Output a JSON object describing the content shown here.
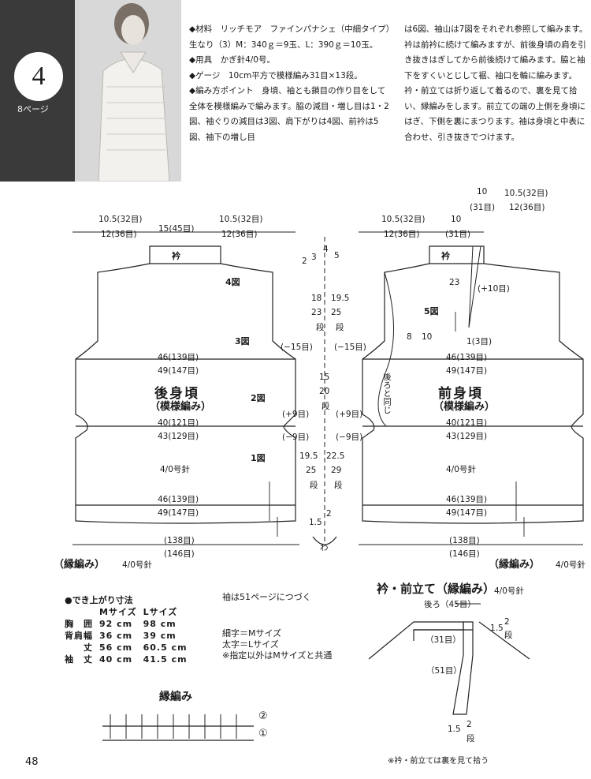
{
  "header": {
    "pattern_number": "4",
    "page_ref": "8ページ",
    "col1": [
      "◆材料　リッチモア　ファインパナシェ（中細タイプ）生なり（3）M：340ｇ＝9玉、L：390ｇ＝10玉。",
      "◆用具　かぎ針4/0号。",
      "◆ゲージ　10cm平方で模様編み31目×13段。",
      "◆編み方ポイント　身頃、袖とも鎖目の作り目をして全体を模様編みで編みます。脇の減目・増し目は1・2図、袖ぐりの減目は3図、肩下がりは4図、前衿は5図、袖下の増し目"
    ],
    "col2": "は6図、袖山は7図をそれぞれ参照して編みます。衿は前衿に続けて編みますが、前後身頃の肩を引き抜きはぎしてから前後続けて編みます。脇と袖下をすくいとじして裾、袖口を輪に編みます。衿・前立ては折り返して着るので、裏を見て拾い、縁編みをします。前立ての端の上側を身頃にはぎ、下側を裏にまつります。袖は身頃と中表に合わせ、引き抜きでつけます。"
  },
  "back": {
    "collar": "衿",
    "fig4": "4図",
    "fig3": "3図",
    "fig2": "2図",
    "fig1": "1図",
    "title": "後身頃",
    "subtitle": "（模様編み）",
    "needle": "4/0号針",
    "top_left_m": "10.5(32目)",
    "top_left_l": "12(36目)",
    "top_mid": "15(45目)",
    "top_right_m": "10.5(32目)",
    "top_right_l": "12(36目)",
    "w1_m": "46(139目)",
    "w1_l": "49(147目)",
    "w2_m": "40(121目)",
    "w2_l": "43(129目)",
    "w3_m": "46(139目)",
    "w3_l": "49(147目)",
    "hem_m": "(138目)",
    "hem_l": "(146目)",
    "edge": "（縁編み）",
    "edge_needle": "4/0号針"
  },
  "center": {
    "s_a": "2",
    "s_b": "3",
    "s_c": "4",
    "s_d": "5",
    "s_e": "18",
    "s_f": "19.5",
    "s_g": "23",
    "s_h": "25",
    "s_i": "(−15目)",
    "s_j": "(−15目)",
    "s_k": "15",
    "s_l": "20",
    "s_m": "(+9目)",
    "s_n": "(+9目)",
    "s_o": "(−9目)",
    "s_p": "(−9目)",
    "s_q": "19.5",
    "s_r": "22.5",
    "s_s": "25",
    "s_t": "29",
    "s_u": "1.5",
    "s_v": "2",
    "dan": "段",
    "wa": "わ"
  },
  "front": {
    "collar": "衿",
    "fig5": "5図",
    "title": "前身頃",
    "subtitle": "（模様編み）",
    "same_as_back": "後ろと同じ",
    "needle": "4/0号針",
    "top_a": "10",
    "top_b": "10.5(32目)",
    "top_c": "(31目)",
    "top_d": "12(36目)",
    "sh_m": "10.5(32目)",
    "sh_l": "12(36目)",
    "sh_c": "10",
    "sh_c2": "(31目)",
    "d23": "23",
    "plus10": "(+10目)",
    "d8": "8",
    "d10": "10",
    "one": "1(3目)",
    "w1_m": "46(139目)",
    "w1_l": "49(147目)",
    "w2_m": "40(121目)",
    "w2_l": "43(129目)",
    "w3_m": "46(139目)",
    "w3_l": "49(147目)",
    "hem_m": "(138目)",
    "hem_l": "(146目)",
    "edge": "（縁編み）",
    "edge_needle": "4/0号針"
  },
  "sizes": {
    "heading": "●でき上がり寸法",
    "col_m": "Mサイズ",
    "col_l": "Lサイズ",
    "rows": [
      {
        "label": "胸　囲",
        "m": "92 cm",
        "l": "98 cm"
      },
      {
        "label": "背肩幅",
        "m": "36 cm",
        "l": "39 cm"
      },
      {
        "label": "丈",
        "m": "56 cm",
        "l": "60.5 cm"
      },
      {
        "label": "袖　丈",
        "m": "40 cm",
        "l": "41.5 cm"
      }
    ]
  },
  "notes": {
    "continued": "袖は51ページにつづく",
    "thin": "細字＝Mサイズ",
    "bold": "太字＝Lサイズ",
    "common": "※指定以外はMサイズと共通"
  },
  "collar_diagram": {
    "title": "衿・前立て（縁編み）",
    "needle": "4/0号針",
    "back": "後ろ（45目）",
    "r31": "（31目）",
    "r51": "（51目）",
    "r15": "1.5",
    "r2": "2",
    "dan": "段",
    "footnote": "※衿・前立ては裏を見て拾う"
  },
  "edge_chart": {
    "title": "縁編み",
    "row1": "①",
    "row2": "②"
  },
  "page_number": "48"
}
